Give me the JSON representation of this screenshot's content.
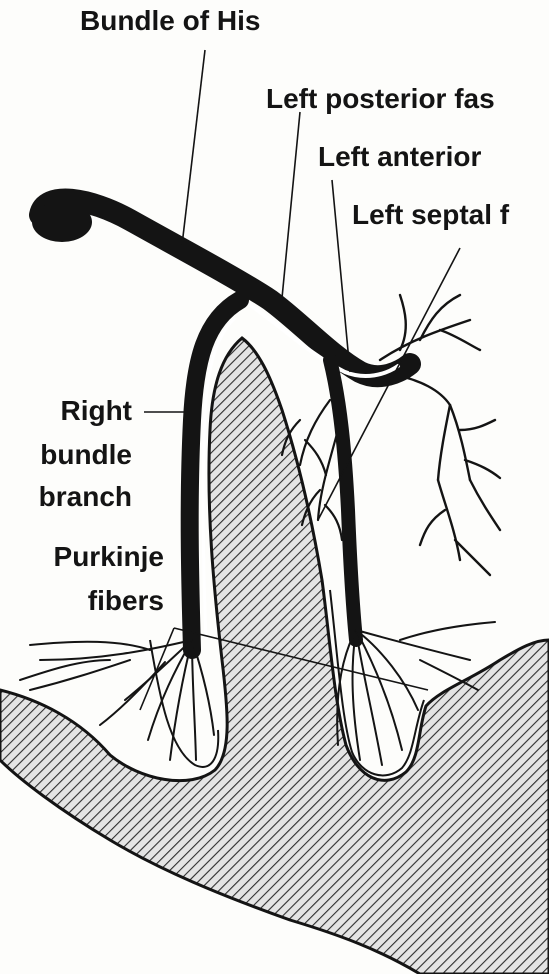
{
  "labels": {
    "bundle_of_his": "Bundle of His",
    "left_posterior": "Left posterior fas",
    "left_anterior": "Left anterior",
    "left_septal": "Left septal f",
    "right_bundle_line1": "Right",
    "right_bundle_line2": "bundle",
    "right_bundle_line3": "branch",
    "purkinje_line1": "Purkinje",
    "purkinje_line2": "fibers"
  },
  "colors": {
    "ink": "#141414",
    "tissue_fill": "#d8d8d8",
    "hatch": "#3a3a3a",
    "background": "#fdfdfb"
  }
}
